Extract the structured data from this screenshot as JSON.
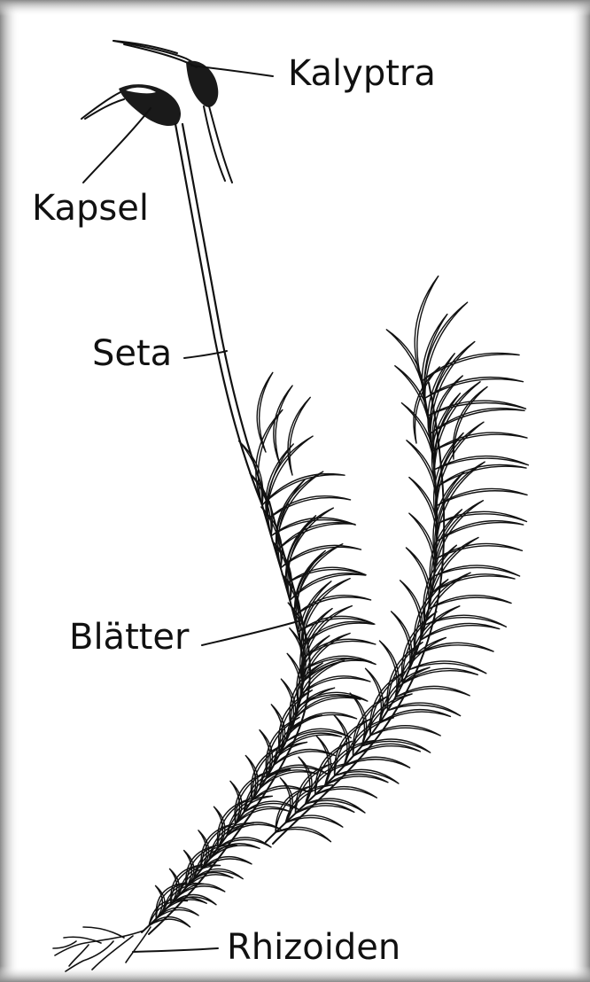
{
  "diagram": {
    "labels": {
      "kalyptra": "Kalyptra",
      "kapsel": "Kapsel",
      "seta": "Seta",
      "blaetter": "Blätter",
      "rhizoiden": "Rhizoiden"
    },
    "colors": {
      "ink": "#111111",
      "background": "#ffffff",
      "frame_shadow": "#9a9a9a"
    }
  }
}
